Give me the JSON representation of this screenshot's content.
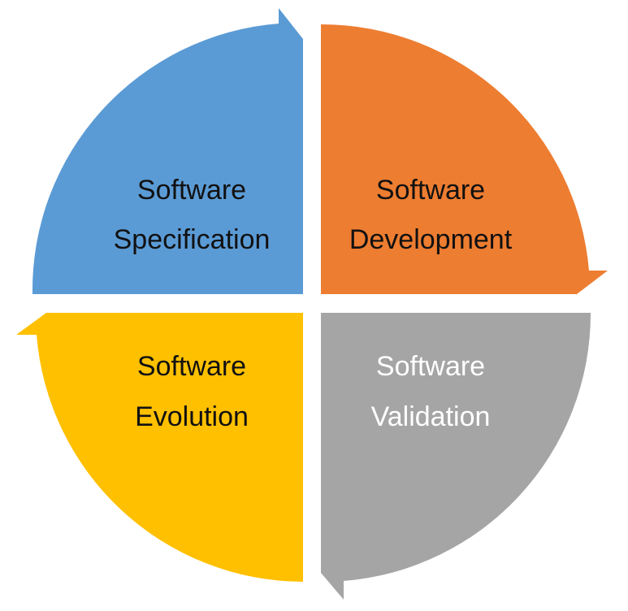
{
  "diagram": {
    "quadrants": [
      {
        "id": "specification",
        "line1": "Software",
        "line2": "Specification",
        "color": "#5B9BD5",
        "text_color": "#111111"
      },
      {
        "id": "development",
        "line1": "Software",
        "line2": "Development",
        "color": "#ED7D31",
        "text_color": "#111111"
      },
      {
        "id": "validation",
        "line1": "Software",
        "line2": "Validation",
        "color": "#A5A5A5",
        "text_color": "#FFFFFF"
      },
      {
        "id": "evolution",
        "line1": "Software",
        "line2": "Evolution",
        "color": "#FFC000",
        "text_color": "#111111"
      }
    ]
  }
}
